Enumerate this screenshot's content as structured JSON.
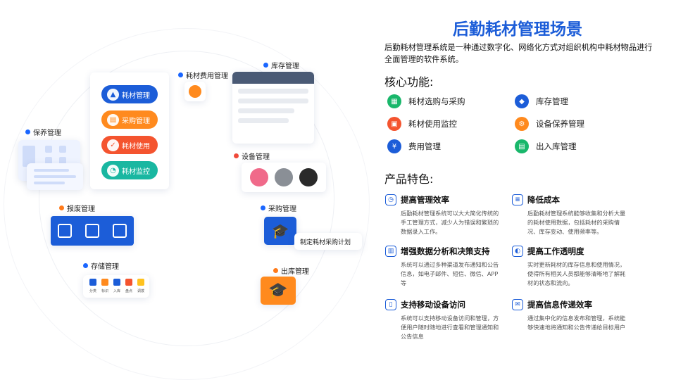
{
  "title": "后勤耗材管理场景",
  "intro": "后勤耗材管理系统是一种通过数字化、网络化方式对组织机构中耗材物品进行全面管理的软件系统。",
  "core_heading": "核心功能:",
  "core_functions": [
    {
      "label": "耗材选购与采购",
      "icon": "grid-icon",
      "color": "#19b76b"
    },
    {
      "label": "库存管理",
      "icon": "boxes-icon",
      "color": "#1c5dd8"
    },
    {
      "label": "耗材使用监控",
      "icon": "monitor-icon",
      "color": "#f4542f"
    },
    {
      "label": "设备保养管理",
      "icon": "hand-gear-icon",
      "color": "#ff8a1e"
    },
    {
      "label": "费用管理",
      "icon": "money-doc-icon",
      "color": "#1c5dd8"
    },
    {
      "label": "出入库管理",
      "icon": "ledger-icon",
      "color": "#19b76b"
    }
  ],
  "features_heading": "产品特色:",
  "features": [
    {
      "title": "提高管理效率",
      "icon": "clock-icon",
      "desc": "后勤耗材管理系统可以大大简化传统的手工管理方式，减少人为错误和繁琐的数据录入工作。"
    },
    {
      "title": "降低成本",
      "icon": "database-icon",
      "desc": "后勤耗材管理系统能够收集和分析大量的耗材使用数据，包括耗材的采购情况、库存变动、使用频率等。"
    },
    {
      "title": "增强数据分析和决策支持",
      "icon": "chart-icon",
      "desc": "系统可以通过多种渠道发布通知和公告信息，如电子邮件、短信、微信、APP等"
    },
    {
      "title": "提高工作透明度",
      "icon": "satellite-icon",
      "desc": "实时更新耗材的库存信息和使用情况，使得所有相关人员都能够清晰地了解耗材的状态和流向。"
    },
    {
      "title": "支持移动设备访问",
      "icon": "mobile-icon",
      "desc": "系统可以支持移动设备访问和管理，方便用户随时随地进行查看和管理通知和公告信息"
    },
    {
      "title": "提高信息传递效率",
      "icon": "mail-icon",
      "desc": "通过集中化的信息发布和管理，系统能够快速地将通知和公告传递给目标用户"
    }
  ],
  "illustration": {
    "labels": {
      "fee": "耗材费用管理",
      "stock": "库存管理",
      "maintenance": "保养管理",
      "device": "设备管理",
      "scrap": "报废管理",
      "purchase": "采购管理",
      "storage": "存储管理",
      "outbound": "出库管理"
    },
    "menu_pills": [
      "耗材管理",
      "采购管理",
      "耗材使用",
      "耗材监控"
    ],
    "plan_text": "制定耗材采购计划",
    "storage_items": [
      {
        "label": "分类",
        "color": "#1c5dd8"
      },
      {
        "label": "标识",
        "color": "#ff8a1e"
      },
      {
        "label": "入库",
        "color": "#1c5dd8"
      },
      {
        "label": "盘点",
        "color": "#f4542f"
      },
      {
        "label": "调拨",
        "color": "#ffc21e"
      }
    ]
  }
}
